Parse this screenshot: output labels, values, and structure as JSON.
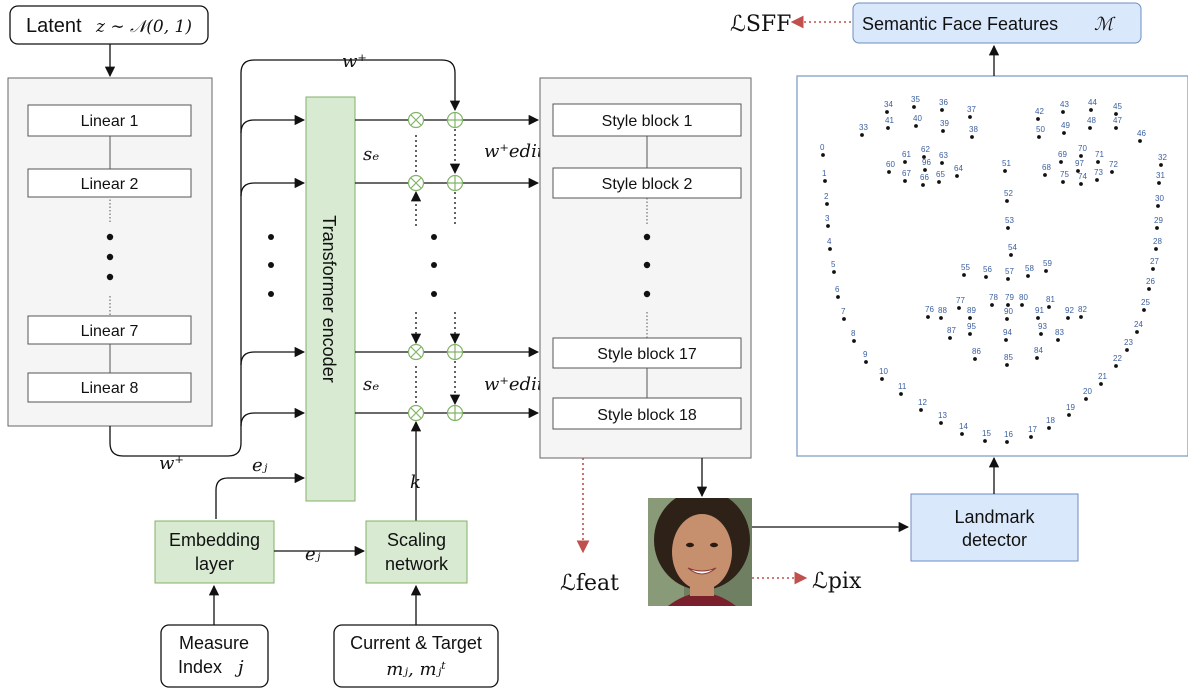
{
  "latent_box": {
    "label": "Latent",
    "formula": "z ∼ 𝒩(0, 1)"
  },
  "mapping_network": {
    "layers": [
      "Linear 1",
      "Linear 2",
      "Linear 7",
      "Linear 8"
    ]
  },
  "w_plus": "w⁺",
  "transformer": {
    "label": "Transformer encoder"
  },
  "s_e": "sₑ",
  "w_edit": "w⁺edit",
  "style_blocks": [
    "Style block 1",
    "Style block 2",
    "Style block 17",
    "Style block 18"
  ],
  "e_j": "eⱼ",
  "k": "k",
  "embedding_layer": {
    "line1": "Embedding",
    "line2": "layer"
  },
  "scaling_network": {
    "line1": "Scaling",
    "line2": "network"
  },
  "measure_index": {
    "line1": "Measure",
    "line2": "Index",
    "var": "j"
  },
  "current_target": {
    "line1": "Current & Target",
    "line2": "mⱼ, mⱼᵗ"
  },
  "loss_feat": "ℒfeat",
  "loss_pix": "ℒpix",
  "loss_sff": "ℒSFF",
  "semantic_face_features": {
    "label": "Semantic Face Features",
    "symbol": "ℳ"
  },
  "landmark_detector": {
    "line1": "Landmark",
    "line2": "detector"
  },
  "colors": {
    "green_fill": "#d8ead2",
    "green_stroke": "#82b366",
    "blue_fill": "#dae8fc",
    "blue_stroke": "#6c8ebf",
    "gray_fill": "#f5f5f5",
    "loss_arrow": "#c0504d",
    "landmark_text": "#3b5fa0"
  },
  "landmarks": [
    {
      "id": "0"
    },
    {
      "id": "1"
    },
    {
      "id": "2"
    },
    {
      "id": "3"
    },
    {
      "id": "4"
    },
    {
      "id": "5"
    },
    {
      "id": "6"
    },
    {
      "id": "7"
    },
    {
      "id": "8"
    },
    {
      "id": "9"
    },
    {
      "id": "10"
    },
    {
      "id": "11"
    },
    {
      "id": "12"
    },
    {
      "id": "13"
    },
    {
      "id": "14"
    },
    {
      "id": "15"
    },
    {
      "id": "16"
    },
    {
      "id": "17"
    },
    {
      "id": "18"
    },
    {
      "id": "19"
    },
    {
      "id": "20"
    },
    {
      "id": "21"
    },
    {
      "id": "22"
    },
    {
      "id": "23"
    },
    {
      "id": "24"
    },
    {
      "id": "25"
    },
    {
      "id": "26"
    },
    {
      "id": "27"
    },
    {
      "id": "28"
    },
    {
      "id": "29"
    },
    {
      "id": "30"
    },
    {
      "id": "31"
    },
    {
      "id": "32"
    },
    {
      "id": "33"
    },
    {
      "id": "34"
    },
    {
      "id": "35"
    },
    {
      "id": "36"
    },
    {
      "id": "37"
    },
    {
      "id": "38"
    },
    {
      "id": "39"
    },
    {
      "id": "40"
    },
    {
      "id": "41"
    },
    {
      "id": "42"
    },
    {
      "id": "43"
    },
    {
      "id": "44"
    },
    {
      "id": "45"
    },
    {
      "id": "46"
    },
    {
      "id": "47"
    },
    {
      "id": "48"
    },
    {
      "id": "49"
    },
    {
      "id": "50"
    },
    {
      "id": "51"
    },
    {
      "id": "52"
    },
    {
      "id": "53"
    },
    {
      "id": "54"
    },
    {
      "id": "55"
    },
    {
      "id": "56"
    },
    {
      "id": "57"
    },
    {
      "id": "58"
    },
    {
      "id": "59"
    },
    {
      "id": "60"
    },
    {
      "id": "61"
    },
    {
      "id": "62"
    },
    {
      "id": "63"
    },
    {
      "id": "64"
    },
    {
      "id": "65"
    },
    {
      "id": "66"
    },
    {
      "id": "67"
    },
    {
      "id": "68"
    },
    {
      "id": "69"
    },
    {
      "id": "70"
    },
    {
      "id": "71"
    },
    {
      "id": "72"
    },
    {
      "id": "73"
    },
    {
      "id": "74"
    },
    {
      "id": "75"
    },
    {
      "id": "76"
    },
    {
      "id": "77"
    },
    {
      "id": "78"
    },
    {
      "id": "79"
    },
    {
      "id": "80"
    },
    {
      "id": "81"
    },
    {
      "id": "82"
    },
    {
      "id": "83"
    },
    {
      "id": "84"
    },
    {
      "id": "85"
    },
    {
      "id": "86"
    },
    {
      "id": "87"
    },
    {
      "id": "88"
    },
    {
      "id": "89"
    },
    {
      "id": "90"
    },
    {
      "id": "91"
    },
    {
      "id": "92"
    },
    {
      "id": "93"
    },
    {
      "id": "94"
    },
    {
      "id": "95"
    },
    {
      "id": "96"
    },
    {
      "id": "97"
    }
  ]
}
